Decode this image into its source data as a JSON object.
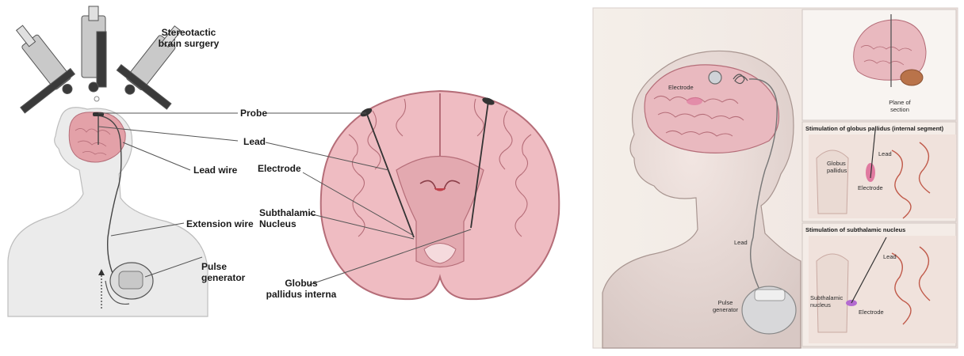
{
  "left_figure": {
    "labels": {
      "stereotactic": "Stereotactic\nbrain surgery",
      "probe": "Probe",
      "lead": "Lead",
      "lead_wire": "Lead wire",
      "electrode": "Electrode",
      "subthalamic": "Subthalamic\nNucleus",
      "extension_wire": "Extension wire",
      "pulse_generator": "Pulse\ngenerator",
      "globus": "Globus\npallidus interna"
    }
  },
  "right_figure": {
    "labels": {
      "electrode": "Electrode",
      "lead": "Lead",
      "pulse_generator": "Pulse\ngenerator",
      "plane_of_section": "Plane of\nsection",
      "gp_heading": "Stimulation of globus pallidus (internal segment)",
      "gp_lead": "Lead",
      "gp_globus": "Globus\npallidus",
      "gp_electrode": "Electrode",
      "stn_heading": "Stimulation of subthalamic nucleus",
      "stn_lead": "Lead",
      "stn_nucleus": "Subthalamic\nnucleus",
      "stn_electrode": "Electrode"
    }
  },
  "colors": {
    "brain_pink": "#e9b9bf",
    "brain_outline": "#b56d78",
    "skin": "#e7dfe0",
    "body_gray": "#ededed",
    "lead_line": "#333333"
  }
}
